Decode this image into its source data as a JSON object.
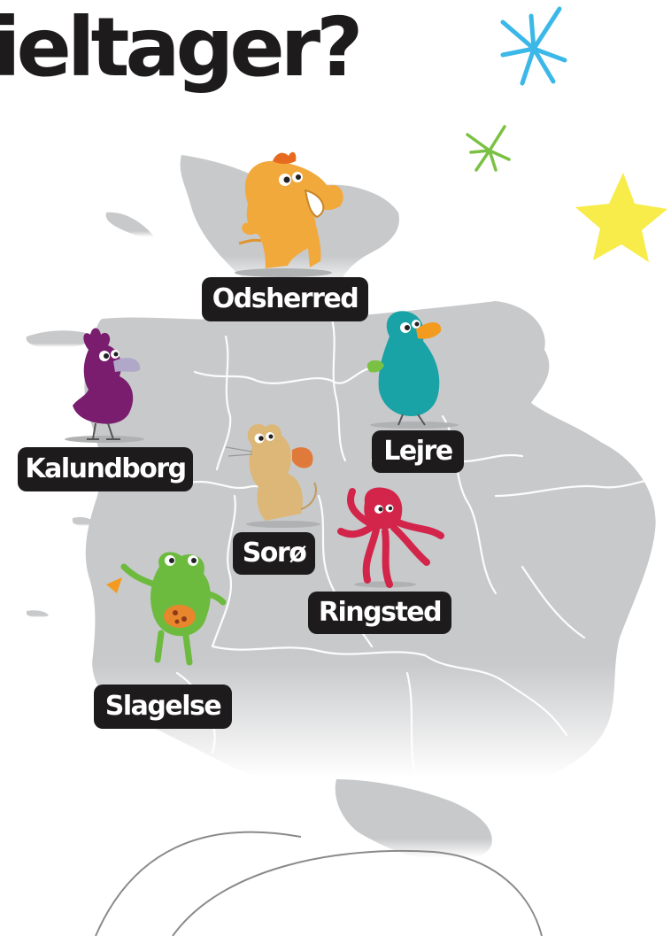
{
  "heading": "ieltager?",
  "municipalities": [
    {
      "name": "Odsherred"
    },
    {
      "name": "Kalundborg"
    },
    {
      "name": "Lejre"
    },
    {
      "name": "Sorø"
    },
    {
      "name": "Ringsted"
    },
    {
      "name": "Slagelse"
    }
  ],
  "colors": {
    "land": "#c8c9cb",
    "border": "#ffffff",
    "label_bg": "#1d1b1c",
    "label_text": "#ffffff",
    "mammoth": "#f2a93b",
    "bird": "#7a1d6e",
    "dodo": "#1aa3a6",
    "beak": "#f39b1e",
    "mouse": "#dcb777",
    "octopus": "#d3244a",
    "frog": "#6dbb3e",
    "star_yellow": "#f7ec4a",
    "star_blue": "#3bb8e8",
    "star_green": "#7ac143"
  },
  "icons": [
    "blue-asterisk-icon",
    "green-asterisk-icon",
    "yellow-star-icon"
  ]
}
